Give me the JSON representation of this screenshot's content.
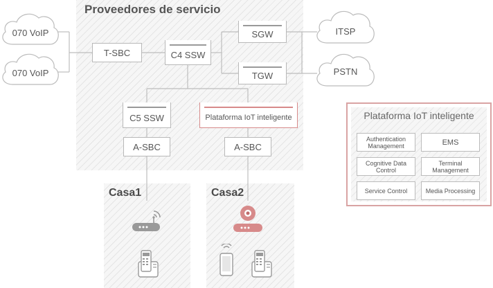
{
  "provider_title": "Proveedores de servicio",
  "clouds": {
    "voip1": "070 VoIP",
    "voip2": "070 VoIP",
    "itsp": "ITSP",
    "pstn": "PSTN"
  },
  "nodes": {
    "tsbc": "T-SBC",
    "c4ssw": "C4 SSW",
    "sgw": "SGW",
    "tgw": "TGW",
    "c5ssw": "C5 SSW",
    "iot_platform": "Plataforma IoT inteligente",
    "asbc1": "A-SBC",
    "asbc2": "A-SBC"
  },
  "houses": {
    "casa1": "Casa1",
    "casa2": "Casa2"
  },
  "panel": {
    "title": "Plataforma IoT inteligente",
    "cells": [
      "Authentication Management",
      "EMS",
      "Cognitive Data Control",
      "Terminal Management",
      "Service Control",
      "Media Processing"
    ]
  },
  "colors": {
    "accent": "#d78a8a",
    "line": "#b8b8b8",
    "text": "#555555"
  }
}
